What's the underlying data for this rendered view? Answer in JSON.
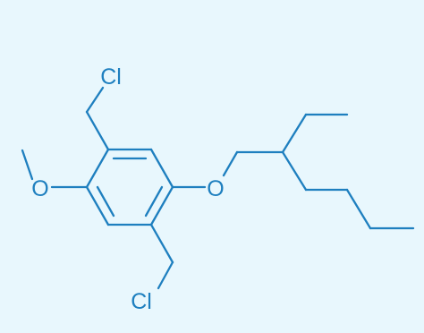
{
  "colors": {
    "background": "#e8f7fd",
    "bond": "#1e7fbf",
    "atom": "#1e7fbf"
  },
  "molecule": {
    "atoms": [
      {
        "id": "cl_top",
        "element": "Cl",
        "label": "Cl"
      },
      {
        "id": "o_methoxy",
        "element": "O",
        "label": "O"
      },
      {
        "id": "o_ether",
        "element": "O",
        "label": "O"
      },
      {
        "id": "cl_bottom",
        "element": "Cl",
        "label": "Cl"
      }
    ]
  }
}
